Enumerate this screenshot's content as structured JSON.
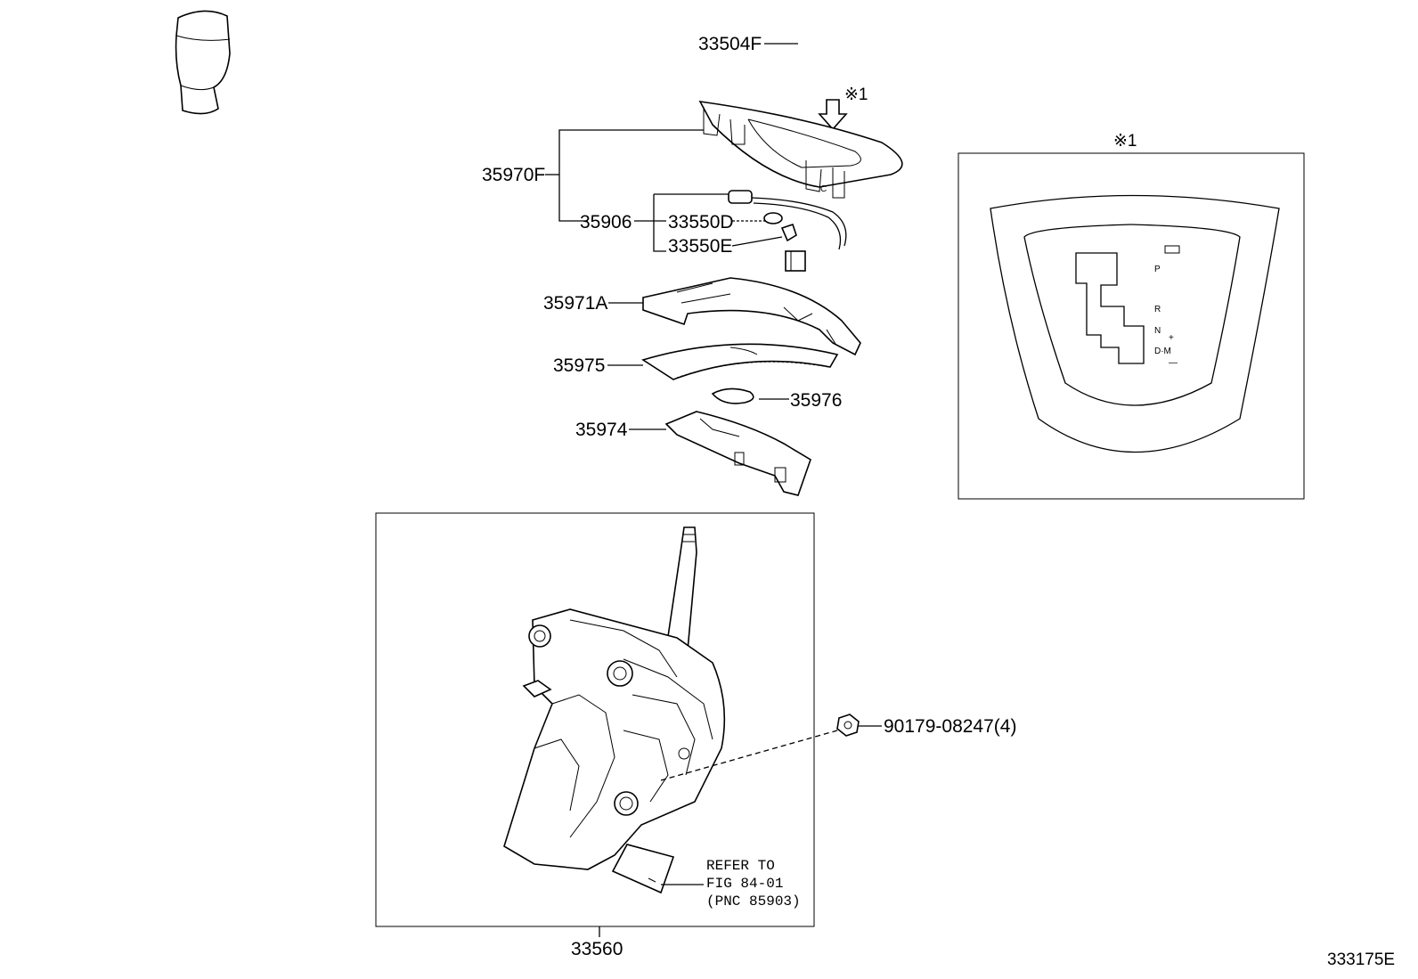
{
  "labels": {
    "knob": "33504F",
    "note_mark": "※1",
    "bezel": "35970F",
    "wire": "35906",
    "bulb_d": "33550D",
    "bulb_e": "33550E",
    "plate": "35971A",
    "film": "35975",
    "clip": "35976",
    "holder": "35974",
    "nut": "90179-08247(4)",
    "refer_line1": "REFER TO",
    "refer_line2": "FIG 84-01",
    "refer_line3": "(PNC 85903)",
    "assembly": "33560",
    "diagram_id": "333175E"
  },
  "inset": {
    "title": "※1",
    "positions": {
      "p": "P",
      "r": "R",
      "n": "N",
      "plus": "+",
      "dm": "D·M",
      "minus": "—"
    }
  }
}
